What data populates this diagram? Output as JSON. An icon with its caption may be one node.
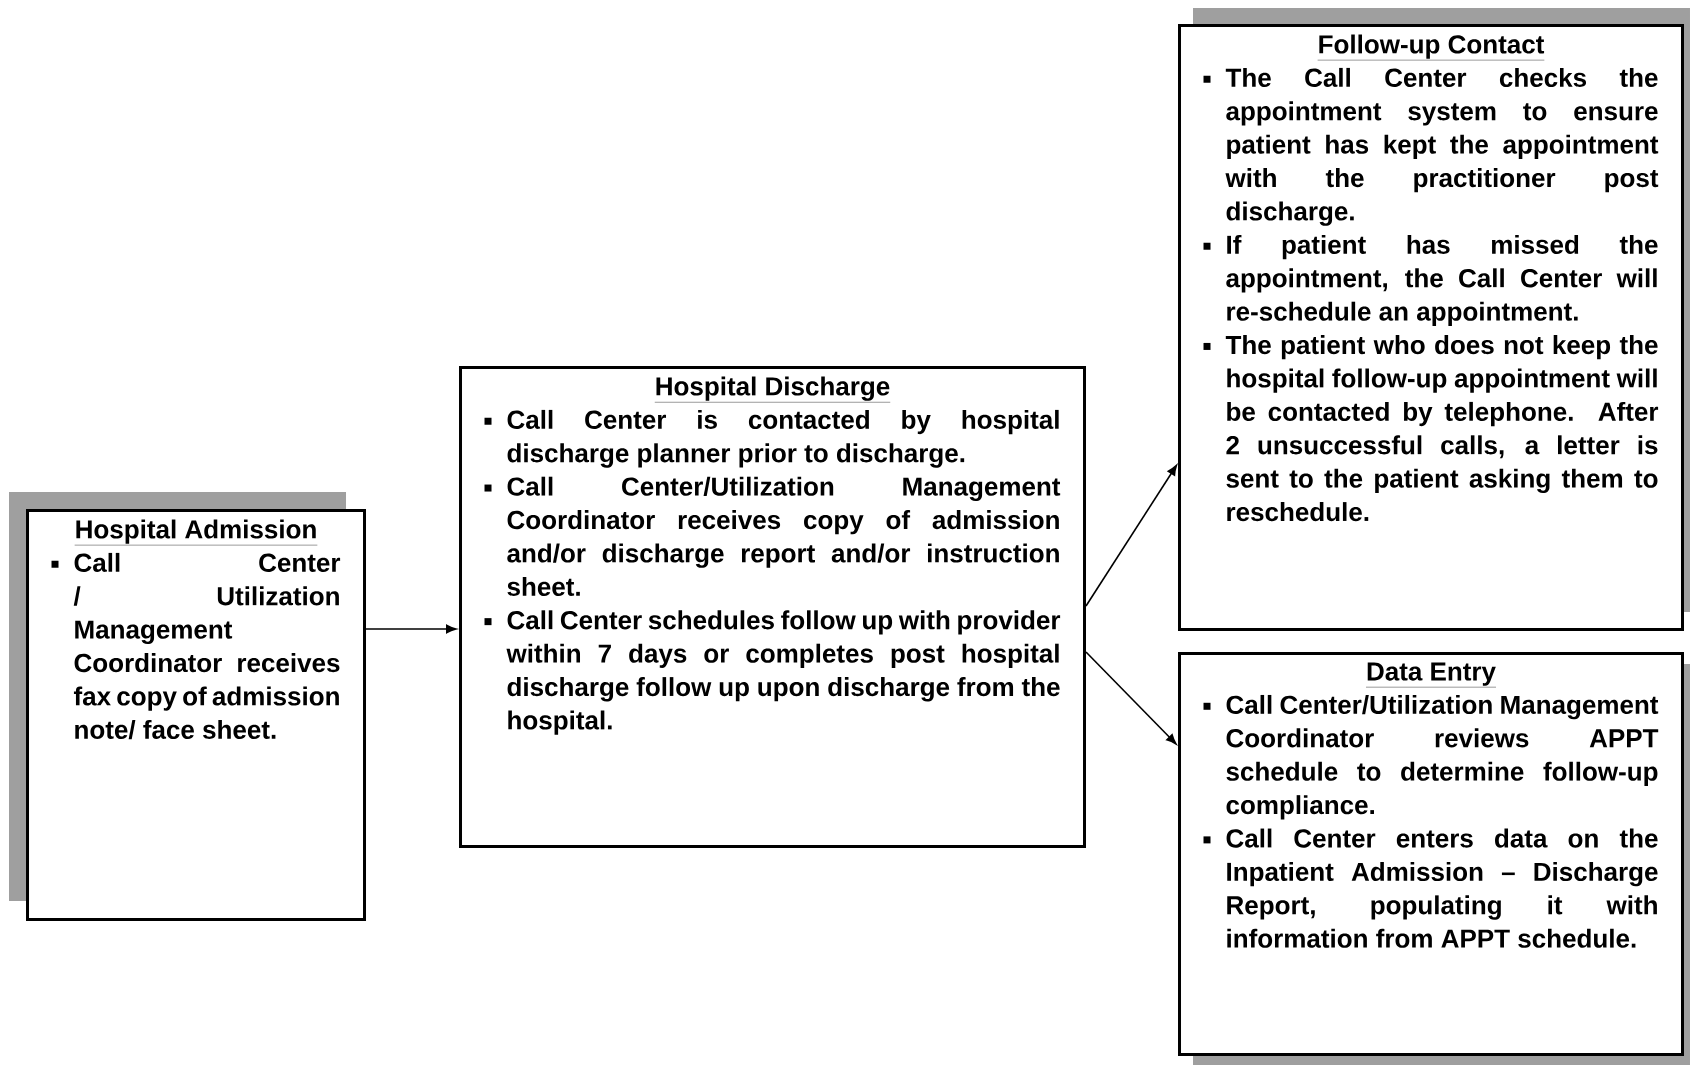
{
  "diagram": {
    "nodes": [
      {
        "text": [
          "Hospital Admission",
          "Call Center / Utilization Management Coordinator receives fax copy of admission note/ face sheet."
        ]
      },
      {
        "text": [
          "Hospital Discharge",
          "Call Center is contacted by hospital discharge planner prior to discharge.",
          "Call Center/Utilization Management Coordinator receives copy of admission and/or discharge report and/or instruction sheet.",
          "Call Center schedules follow up with provider within 7 days or completes post hospital discharge follow up upon discharge from the hospital."
        ]
      },
      {
        "text": [
          "Follow-up Contact",
          "The Call Center checks the appointment system to ensure patient has kept the appointment with the practitioner post discharge.",
          "If patient has missed the appointment, the Call Center will re-schedule an appointment.",
          "The patient who does not keep the hospital follow-up appointment will be contacted by telephone.  After 2 unsuccessful calls, a letter is sent to the patient asking them to reschedule."
        ]
      },
      {
        "text": [
          "Data Entry",
          "Call Center/Utilization Management Coordinator reviews APPT schedule to determine follow-up compliance.",
          "Call Center enters data on the Inpatient Admission – Discharge Report, populating it with information from APPT schedule."
        ]
      }
    ],
    "edges": [
      {
        "from": 0,
        "to": 1,
        "arrow": "to"
      },
      {
        "from": 1,
        "to": 2,
        "arrow": "to"
      },
      {
        "from": 1,
        "to": 3,
        "arrow": "to"
      }
    ]
  }
}
